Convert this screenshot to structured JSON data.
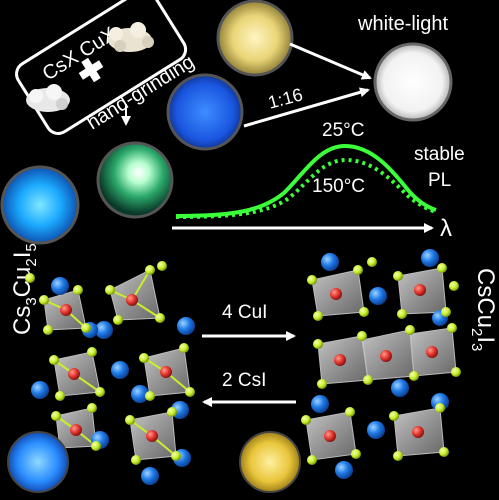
{
  "top": {
    "box_label": "CsX CuX",
    "plus_symbol": "+",
    "process_label": "hand-grinding",
    "ratio_label": "1:16",
    "white_light_label": "white-light",
    "temp_high": "25°C",
    "temp_low": "150°C",
    "stable_label": "stable",
    "pl_label": "PL",
    "axis_label": "λ"
  },
  "bottom": {
    "left_phase": {
      "prefix": "Cs",
      "a": "3",
      "mid": "Cu",
      "b": "2",
      "suffix": "I",
      "c": "5"
    },
    "right_phase": {
      "prefix": "CsCu",
      "a": "2",
      "suffix": "I",
      "b": "3"
    },
    "forward_label": "4 CuI",
    "reverse_label": "2 CsI"
  },
  "colors": {
    "green_curve": "#3aff3a",
    "blue_glow": "#1f6dff",
    "yellow_glow": "#f0d66a",
    "cs_atom": "#1e79e6",
    "cu_atom": "#e0322a",
    "i_atom": "#c8ef2a"
  }
}
